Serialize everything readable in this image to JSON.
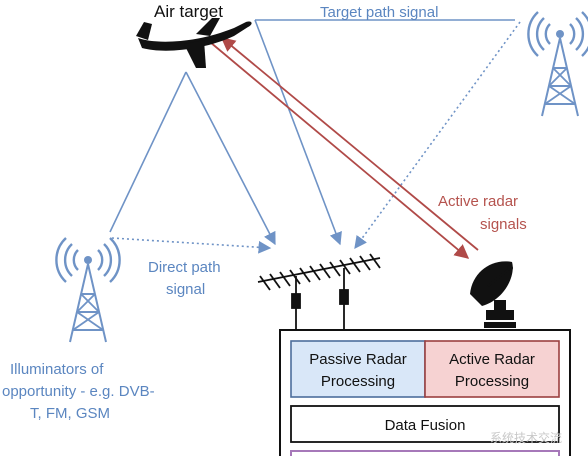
{
  "labels": {
    "air_target": "Air target",
    "target_path_signal": "Target path signal",
    "active_radar_signals_line1": "Active radar",
    "active_radar_signals_line2": "signals",
    "direct_path_line1": "Direct path",
    "direct_path_line2": "signal",
    "illuminators_line1": "Illuminators of",
    "illuminators_line2": "opportunity - e.g. DVB-",
    "illuminators_line3": "T, FM, GSM"
  },
  "boxes": {
    "passive_line1": "Passive Radar",
    "passive_line2": "Processing",
    "active_line1": "Active Radar",
    "active_line2": "Processing",
    "data_fusion": "Data Fusion"
  },
  "watermark": "系统技术交流",
  "colors": {
    "blue_signal": "#6f93c6",
    "red_signal": "#b04a48",
    "blue_text": "#5b86c0",
    "red_text": "#b5534e",
    "passive_fill": "#d9e7f8",
    "active_fill": "#f6d2d2",
    "fusion_bottom": "#a678b9"
  }
}
